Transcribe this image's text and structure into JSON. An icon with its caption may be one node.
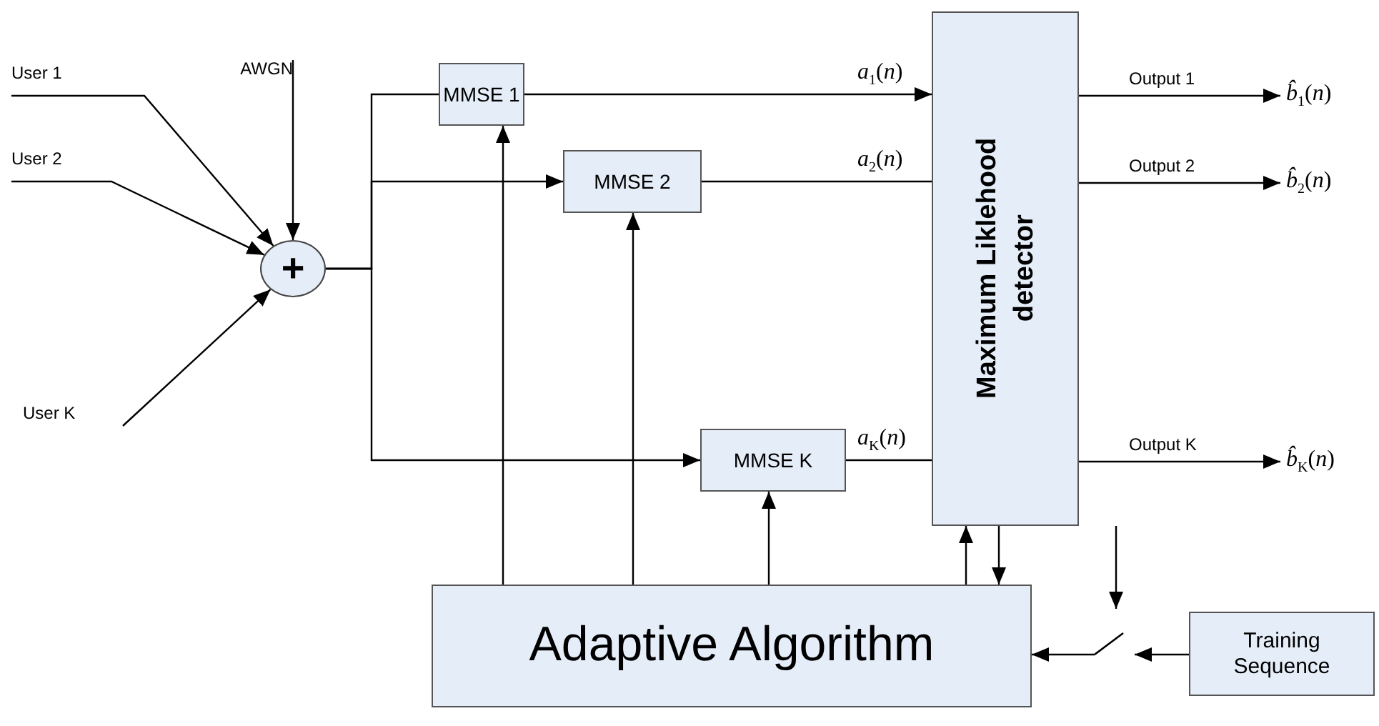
{
  "diagram": {
    "nodes": [
      {
        "text": [
          "User 1"
        ]
      },
      {
        "text": [
          "User 2"
        ]
      },
      {
        "text": [
          "User K"
        ]
      },
      {
        "text": [
          "AWGN"
        ]
      },
      {
        "text": [
          "+"
        ]
      },
      {
        "text": [
          "MMSE 1"
        ]
      },
      {
        "text": [
          "MMSE 2"
        ]
      },
      {
        "text": [
          "MMSE K"
        ]
      },
      {
        "text": [
          "Maximum Liklehood detector"
        ]
      },
      {
        "text": [
          "Adaptive Algorithm"
        ]
      },
      {
        "text": [],
        "shape": "switch"
      },
      {
        "text": [
          "Training Sequence"
        ]
      },
      {
        "text": [
          "*b̂*$_{1}$(*n*)"
        ]
      },
      {
        "text": [
          "*b̂*$_{2}$(*n*)"
        ]
      },
      {
        "text": [
          "*b̂*$_{K}$(*n*)"
        ]
      }
    ],
    "edges": [
      {
        "from": 0,
        "to": 4,
        "arrow": "to"
      },
      {
        "from": 1,
        "to": 4,
        "arrow": "to"
      },
      {
        "from": 2,
        "to": 4,
        "arrow": "to"
      },
      {
        "from": 3,
        "to": 4,
        "arrow": "to"
      },
      {
        "from": 4,
        "to": 5,
        "arrow": "none"
      },
      {
        "from": 4,
        "to": 6,
        "arrow": "to"
      },
      {
        "from": 4,
        "to": 7,
        "arrow": "to"
      },
      {
        "from": 5,
        "to": 8,
        "arrow": "to",
        "label": "*a*$_{1}$(*n*)"
      },
      {
        "from": 6,
        "to": 8,
        "arrow": "none",
        "label": "*a*$_{2}$(*n*)"
      },
      {
        "from": 7,
        "to": 8,
        "arrow": "none",
        "label": "*a*$_{K}$(*n*)"
      },
      {
        "from": 9,
        "to": 5,
        "arrow": "to"
      },
      {
        "from": 9,
        "to": 6,
        "arrow": "to"
      },
      {
        "from": 9,
        "to": 7,
        "arrow": "to"
      },
      {
        "from": 9,
        "to": 8,
        "arrow": "to"
      },
      {
        "from": 8,
        "to": 9,
        "arrow": "to"
      },
      {
        "from": 8,
        "to": 10,
        "arrow": "to"
      },
      {
        "from": 11,
        "to": 10,
        "arrow": "to"
      },
      {
        "from": 10,
        "to": 9,
        "arrow": "to"
      },
      {
        "from": 8,
        "to": 12,
        "arrow": "to",
        "label": "Output 1"
      },
      {
        "from": 8,
        "to": 13,
        "arrow": "to",
        "label": "Output 2"
      },
      {
        "from": 8,
        "to": 14,
        "arrow": "to",
        "label": "Output K"
      }
    ]
  }
}
